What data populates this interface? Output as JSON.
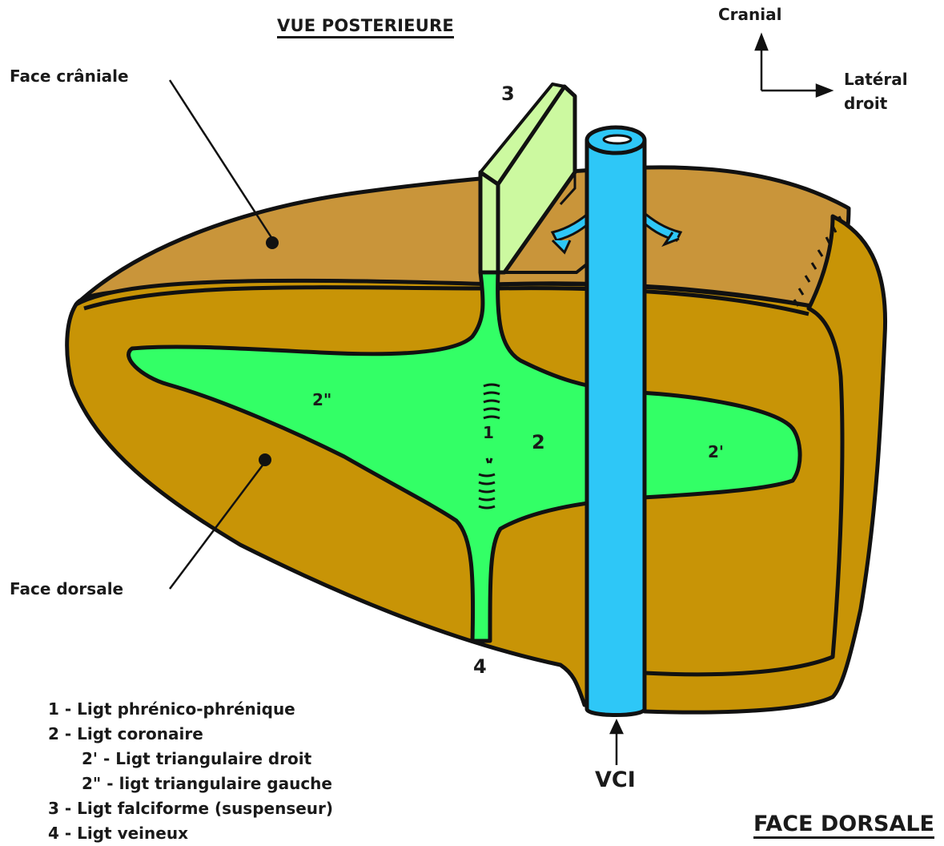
{
  "title": "VUE POSTERIEURE",
  "face_title": "FACE DORSALE",
  "orientation": {
    "up": "Cranial",
    "right_line1": "Latéral",
    "right_line2": "droit"
  },
  "labels": {
    "face_craniale": "Face crâniale",
    "face_dorsale": "Face dorsale",
    "vci": "VCI",
    "n1": "1",
    "n2": "2",
    "n2p": "2'",
    "n2pp": "2\"",
    "n3": "3",
    "n4": "4"
  },
  "legend": [
    "1 - Ligt phrénico-phrénique",
    "2 - Ligt coronaire",
    "2' - Ligt triangulaire droit",
    "2\" - ligt triangulaire gauche",
    "3 - Ligt falciforme (suspenseur)",
    "4 - Ligt veineux"
  ],
  "colors": {
    "liver_top": "#c9953a",
    "liver_body": "#c89406",
    "ligament": "#33ff66",
    "falciform": "#ccf9a0",
    "vein": "#2ec7f7",
    "outline": "#111111"
  }
}
